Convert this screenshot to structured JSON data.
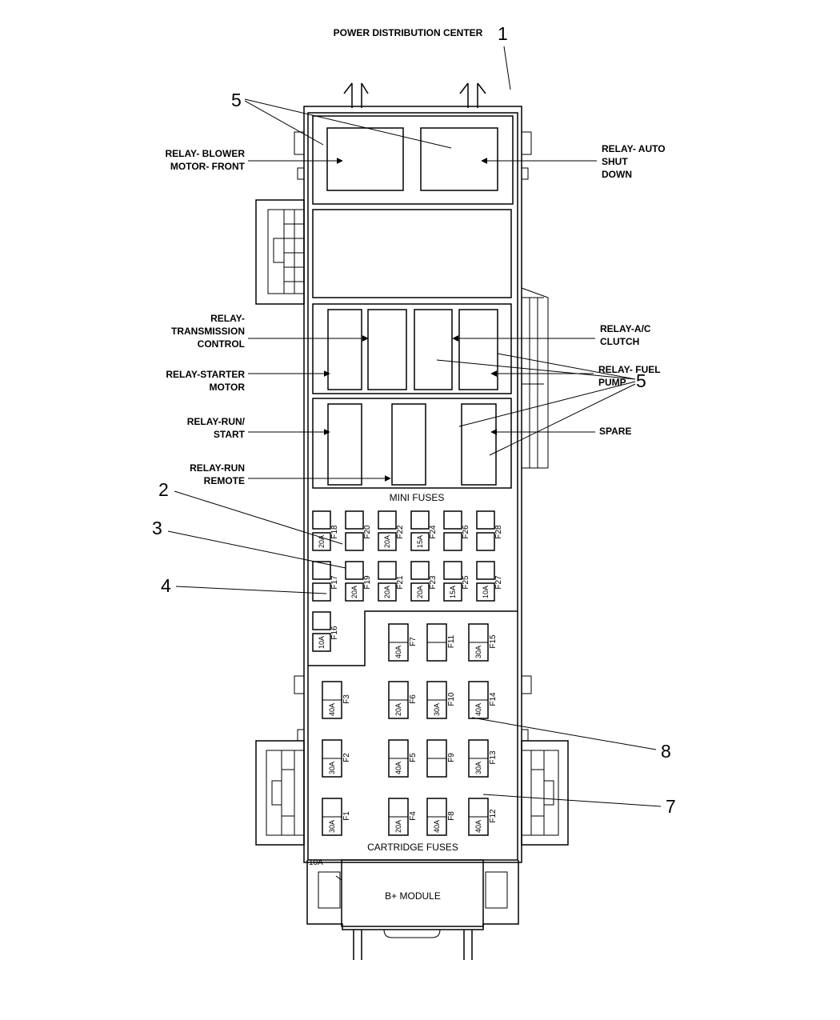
{
  "title": "POWER DISTRIBUTION CENTER",
  "callouts": {
    "c1": "1",
    "c5a": "5",
    "c5b": "5",
    "c2": "2",
    "c3": "3",
    "c4": "4",
    "c8": "8",
    "c7": "7"
  },
  "relays": {
    "blower_1": "RELAY- BLOWER",
    "blower_2": "MOTOR- FRONT",
    "asd_1": "RELAY- AUTO",
    "asd_2": "SHUT",
    "asd_3": "DOWN",
    "trans_1": "RELAY-",
    "trans_2": "TRANSMISSION",
    "trans_3": "CONTROL",
    "starter_1": "RELAY-STARTER",
    "starter_2": "MOTOR",
    "ac_1": "RELAY-A/C",
    "ac_2": "CLUTCH",
    "fuel_1": "RELAY- FUEL",
    "fuel_2": "PUMP",
    "runstart_1": "RELAY-RUN/",
    "runstart_2": "START",
    "spare": "SPARE",
    "runremote_1": "RELAY-RUN",
    "runremote_2": "REMOTE"
  },
  "sections": {
    "mini": "MINI FUSES",
    "cartridge": "CARTRIDGE FUSES",
    "bplus": "B+ MODULE"
  },
  "mini_fuses_top": [
    {
      "id": "F18",
      "amp": "20A"
    },
    {
      "id": "F20",
      "amp": ""
    },
    {
      "id": "F22",
      "amp": "20A"
    },
    {
      "id": "F24",
      "amp": "15A"
    },
    {
      "id": "F26",
      "amp": ""
    },
    {
      "id": "F28",
      "amp": ""
    }
  ],
  "mini_fuses_bottom": [
    {
      "id": "F17",
      "amp": ""
    },
    {
      "id": "F19",
      "amp": "20A"
    },
    {
      "id": "F21",
      "amp": "20A"
    },
    {
      "id": "F23",
      "amp": "20A"
    },
    {
      "id": "F25",
      "amp": "15A"
    },
    {
      "id": "F27",
      "amp": "10A"
    }
  ],
  "mini_fuse_f16": {
    "id": "F16",
    "amp": "10A"
  },
  "cartridge_fuses": [
    {
      "id": "F7",
      "amp": "40A"
    },
    {
      "id": "F11",
      "amp": ""
    },
    {
      "id": "F15",
      "amp": "30A"
    },
    {
      "id": "F3",
      "amp": "40A"
    },
    {
      "id": "F6",
      "amp": "20A"
    },
    {
      "id": "F10",
      "amp": "30A"
    },
    {
      "id": "F14",
      "amp": "40A"
    },
    {
      "id": "F2",
      "amp": "30A"
    },
    {
      "id": "F5",
      "amp": "40A"
    },
    {
      "id": "F9",
      "amp": ""
    },
    {
      "id": "F13",
      "amp": "30A"
    },
    {
      "id": "F1",
      "amp": "30A"
    },
    {
      "id": "F4",
      "amp": "20A"
    },
    {
      "id": "F8",
      "amp": "40A"
    },
    {
      "id": "F12",
      "amp": "40A"
    }
  ]
}
